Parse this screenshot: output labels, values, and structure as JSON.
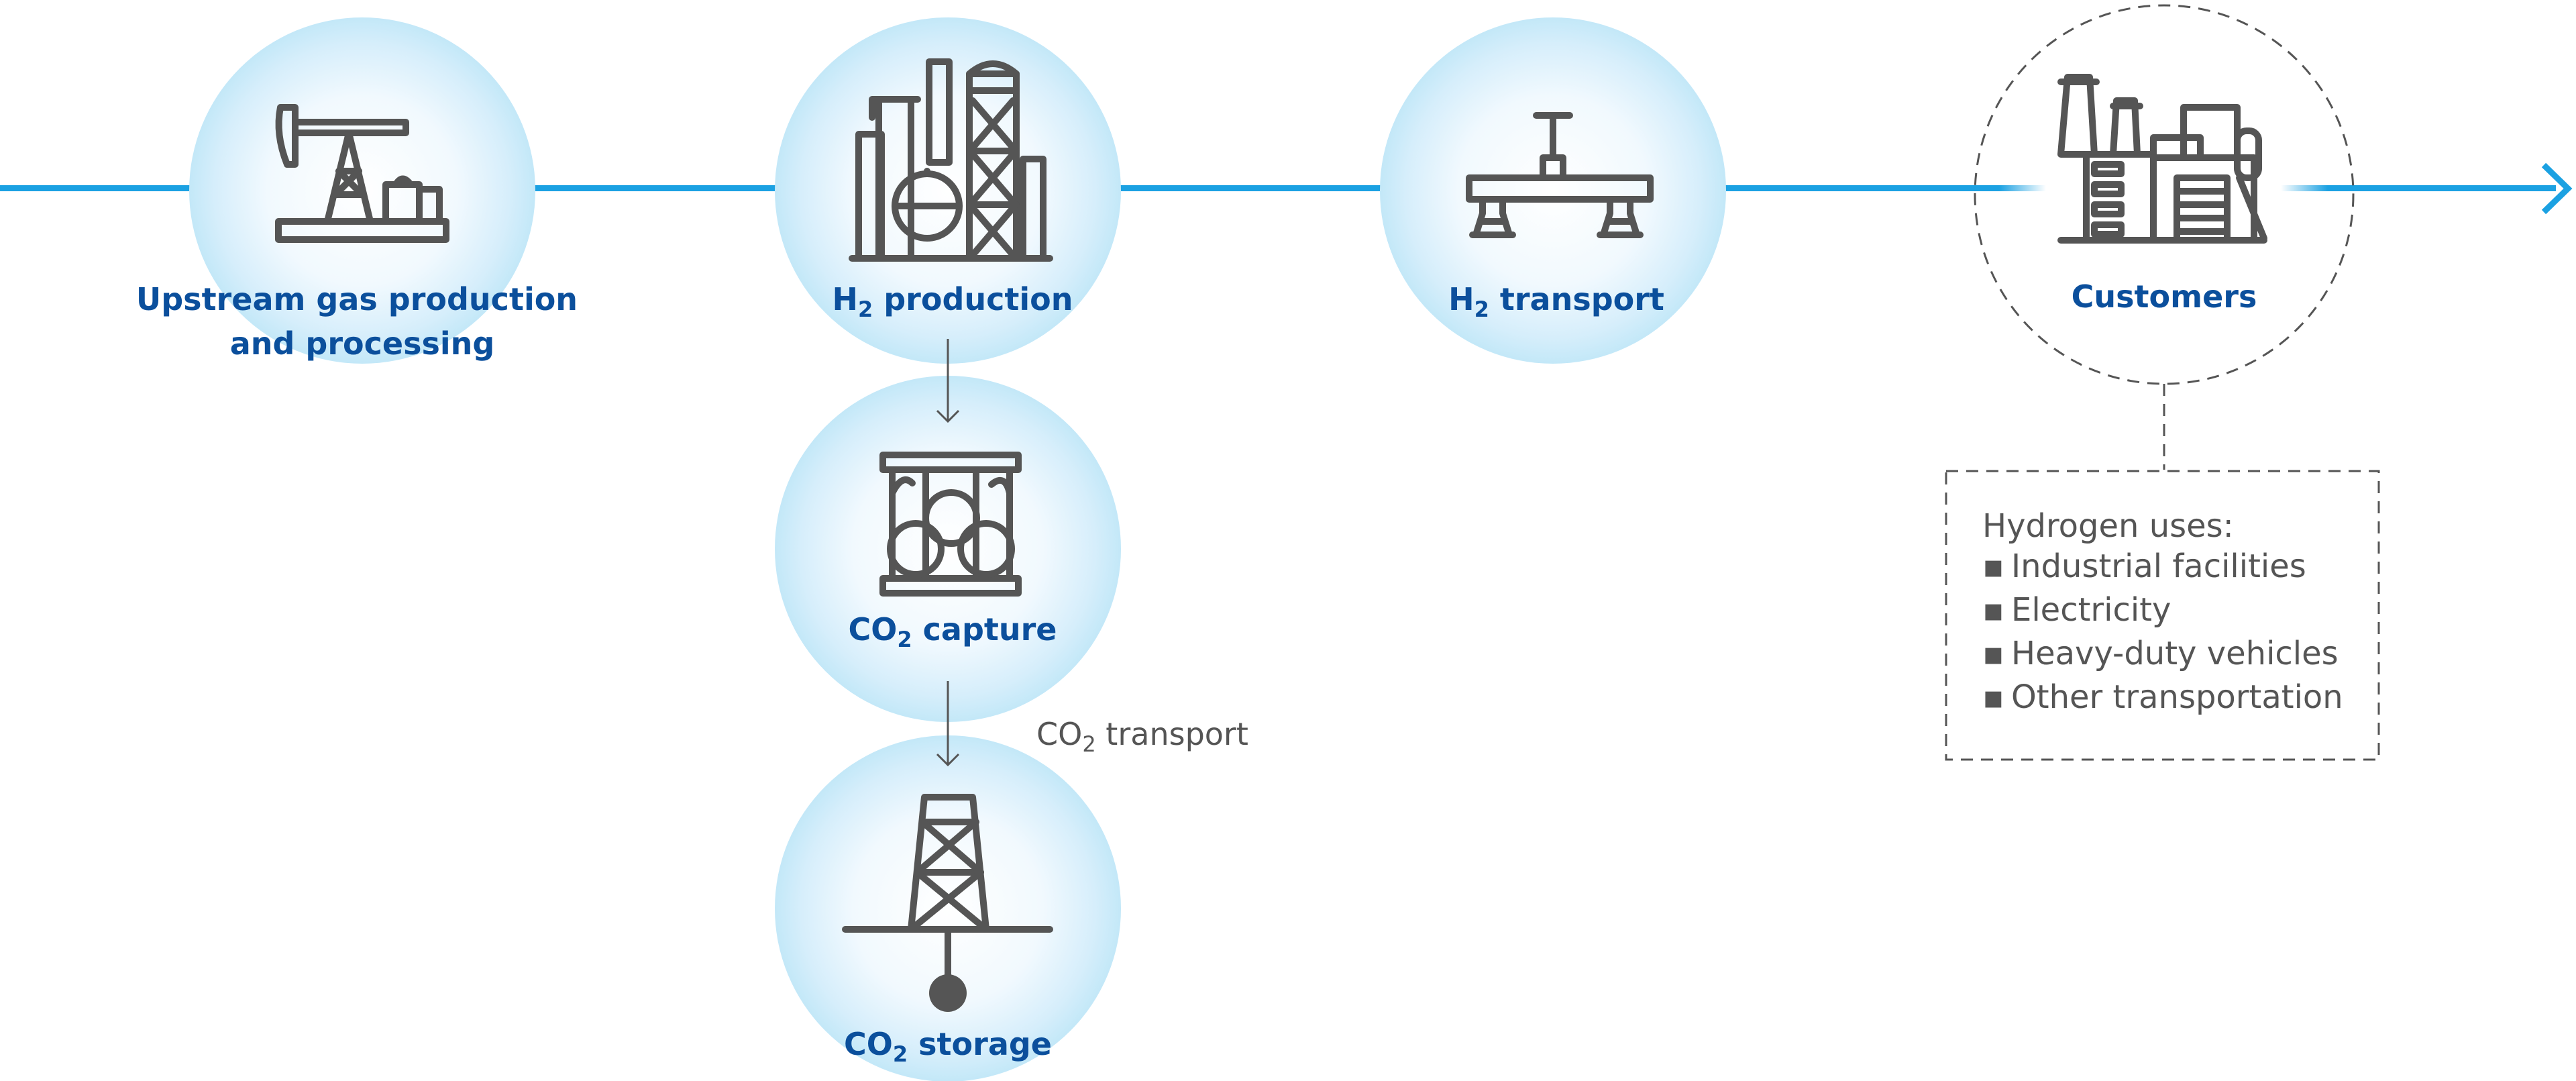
{
  "nodes": {
    "upstream": {
      "label_line1": "Upstream gas production",
      "label_line2": "and processing",
      "icon": "pumpjack-icon"
    },
    "h2_production": {
      "label_prefix": "H",
      "label_sub": "2",
      "label_suffix": " production",
      "icon": "refinery-icon"
    },
    "h2_transport": {
      "label_prefix": "H",
      "label_sub": "2",
      "label_suffix": " transport",
      "icon": "pipeline-icon"
    },
    "customers": {
      "label": "Customers",
      "icon": "factory-icon"
    },
    "co2_capture": {
      "label_prefix": "CO",
      "label_sub": "2",
      "label_suffix": " capture",
      "icon": "capture-unit-icon"
    },
    "co2_storage": {
      "label_prefix": "CO",
      "label_sub": "2",
      "label_suffix": " storage",
      "icon": "storage-well-icon"
    }
  },
  "co2_transport": {
    "prefix": "CO",
    "sub": "2",
    "suffix": " transport"
  },
  "uses_box": {
    "title": "Hydrogen uses:",
    "bullet": "▪",
    "items": [
      "Industrial facilities",
      "Electricity",
      "Heavy-duty vehicles",
      "Other transportation"
    ]
  },
  "colors": {
    "flow_line": "#1ba1e2",
    "label_blue": "#0b4f9c",
    "icon_grey": "#555555",
    "halo_inner": "#e8f6fd",
    "halo_outer": "#c3e8f8"
  }
}
